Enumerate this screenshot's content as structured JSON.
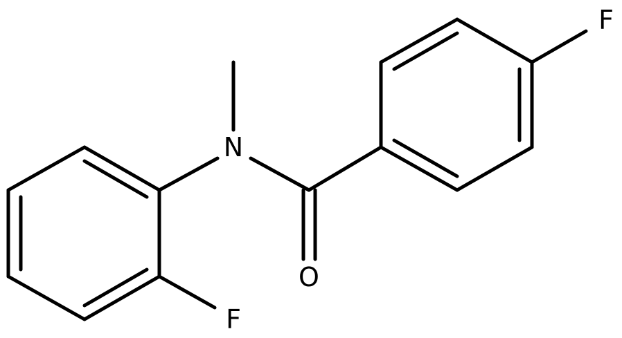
{
  "molecule": {
    "atoms": {
      "fluorine_top": "F",
      "fluorine_bottom": "F",
      "nitrogen": "N",
      "oxygen": "O"
    }
  },
  "colors": {
    "bond": "#000000",
    "label": "#000000",
    "background": "#ffffff"
  }
}
